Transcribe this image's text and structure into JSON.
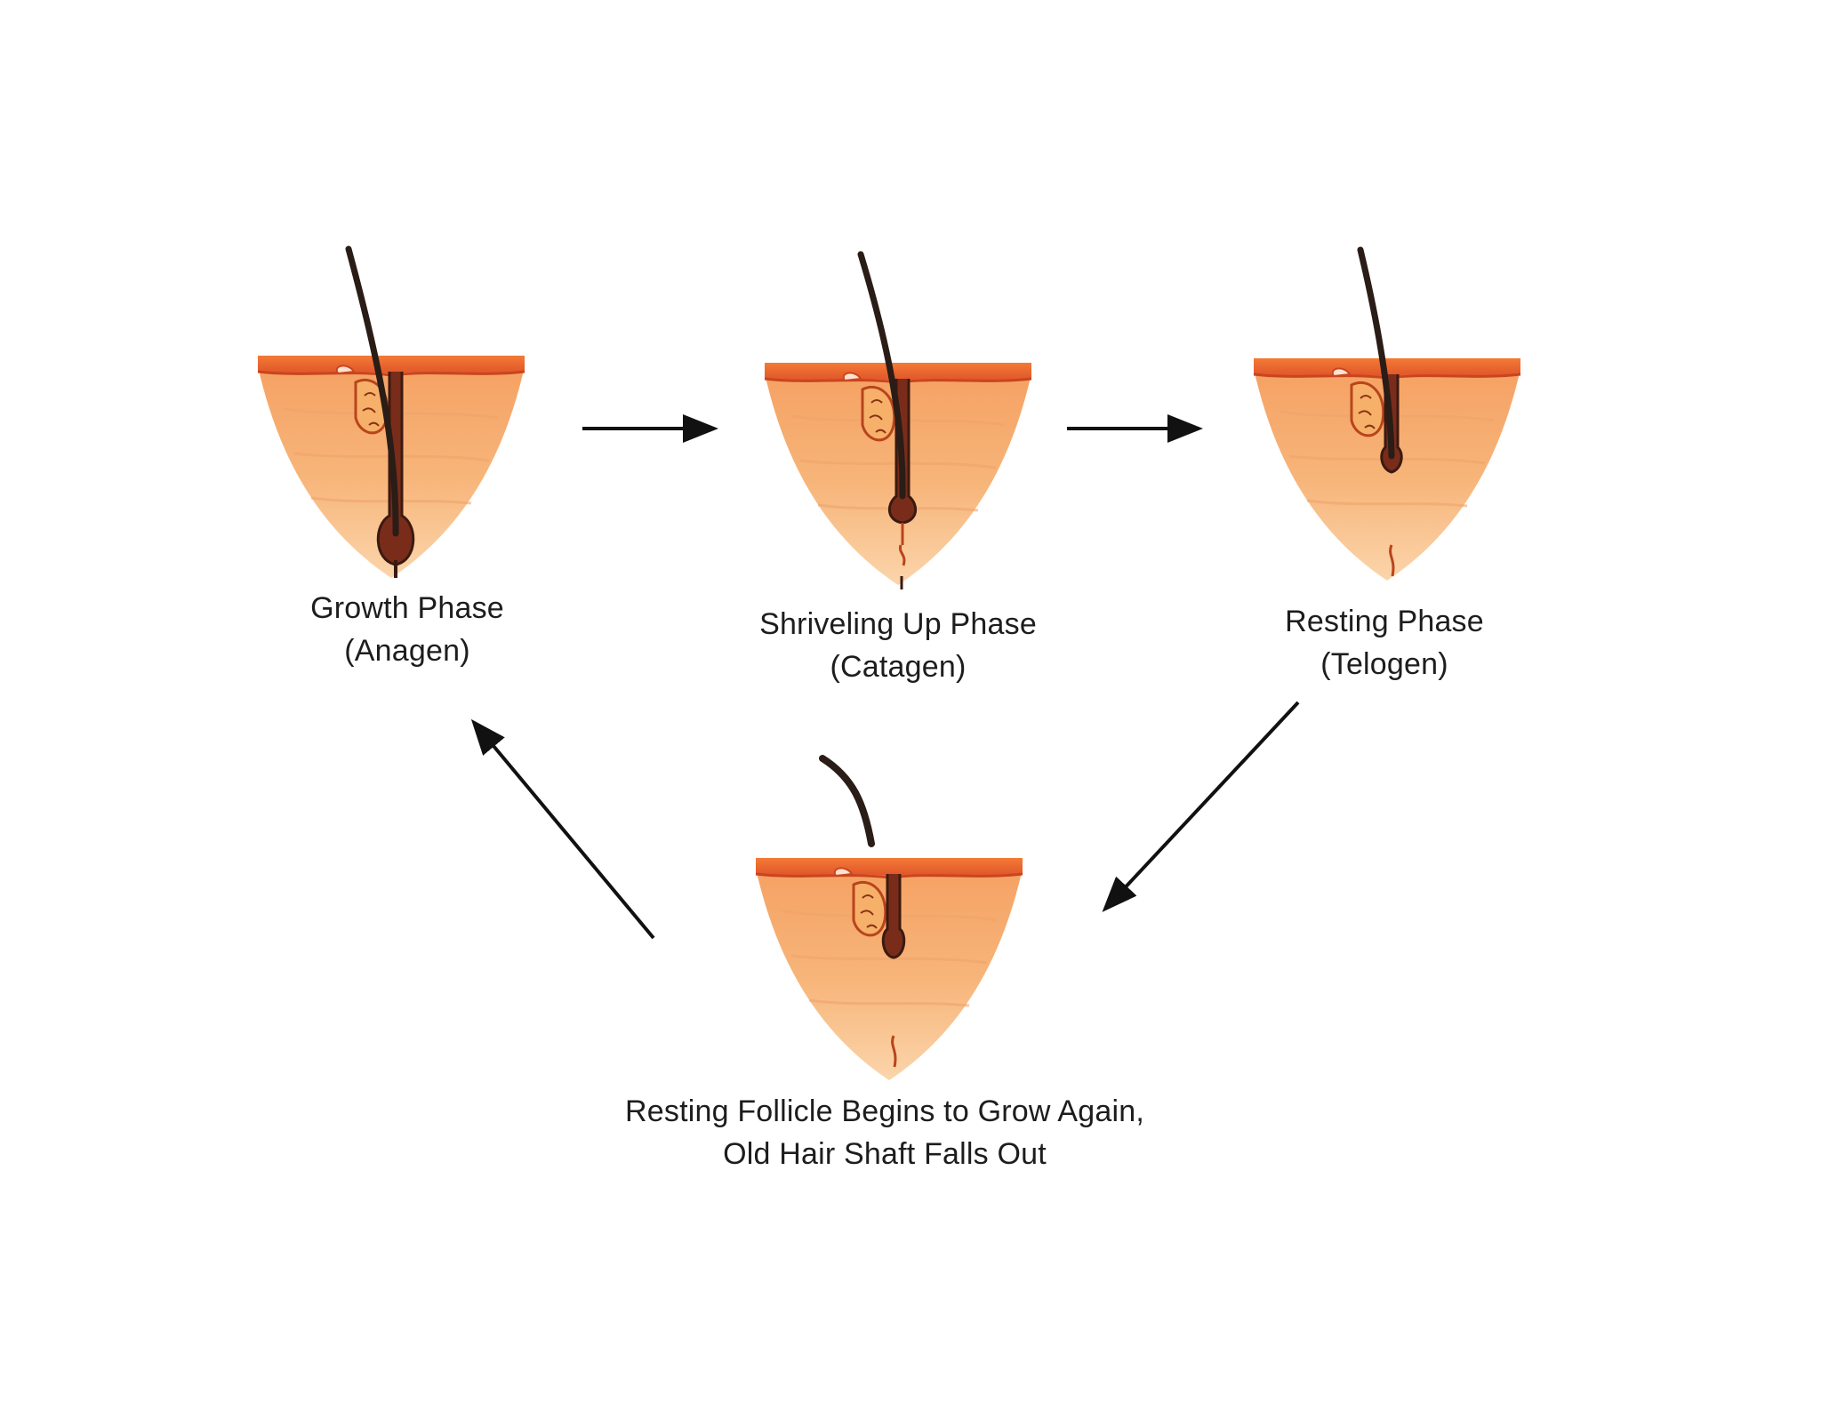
{
  "colors": {
    "skin_top": "#f26a2b",
    "skin_band": "#e2572a",
    "dermis": "#f7b074",
    "dermis_light": "#fbd3a6",
    "hair": "#2a1c16",
    "gland": "#f0a25b",
    "arrow": "#111111"
  },
  "phases": [
    {
      "id": "anagen",
      "title": "Growth Phase",
      "subtitle": "(Anagen)",
      "icon": "follicle-anagen-icon"
    },
    {
      "id": "catagen",
      "title": "Shriveling Up Phase",
      "subtitle": "(Catagen)",
      "icon": "follicle-catagen-icon"
    },
    {
      "id": "telogen",
      "title": "Resting Phase",
      "subtitle": "(Telogen)",
      "icon": "follicle-telogen-icon"
    },
    {
      "id": "exogen",
      "title": "Resting Follicle Begins to Grow Again,",
      "subtitle": "Old Hair Shaft Falls Out",
      "icon": "follicle-exogen-icon"
    }
  ]
}
